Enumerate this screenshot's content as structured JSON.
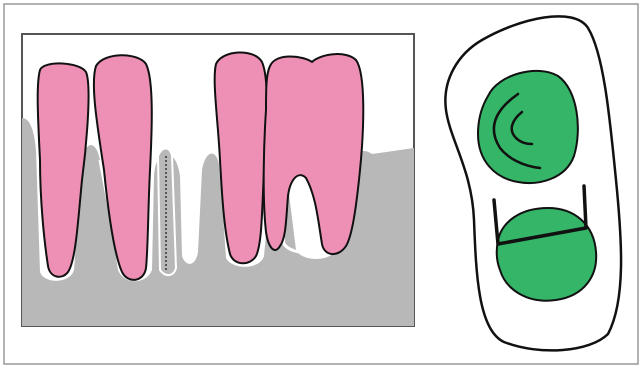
{
  "figure": {
    "panels": [
      {
        "id": "left",
        "kind": "cross-section"
      },
      {
        "id": "right",
        "kind": "occlusal-view"
      }
    ],
    "colors": {
      "tooth": "#ee90b5",
      "bone": "#b8b8b8",
      "graft": "#35b567",
      "outline": "#111111",
      "border": "#999999",
      "background": "#ffffff"
    }
  }
}
